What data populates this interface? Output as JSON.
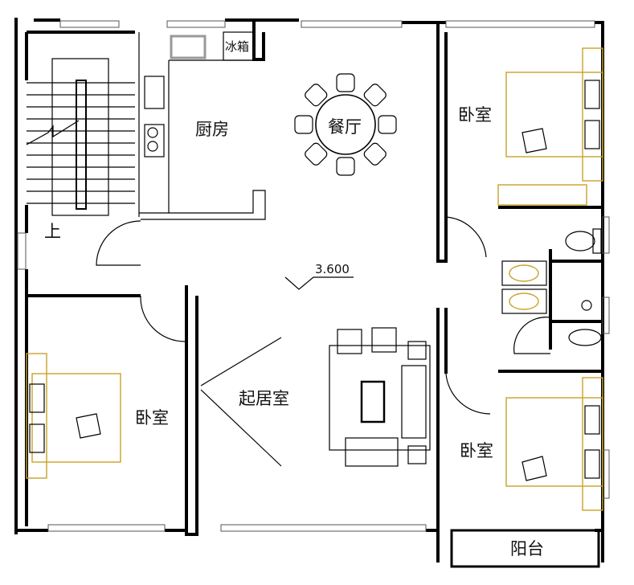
{
  "rooms": {
    "fridge": "冰箱",
    "kitchen": "厨房",
    "dining": "餐厅",
    "bedroom_top_right": "卧室",
    "bedroom_left": "卧室",
    "bedroom_bottom_right": "卧室",
    "stairs_up": "上",
    "living": "起居室",
    "balcony": "阳台"
  },
  "elevation": "3.600",
  "colors": {
    "wall": "#000000",
    "furniture": "#c9a227"
  }
}
